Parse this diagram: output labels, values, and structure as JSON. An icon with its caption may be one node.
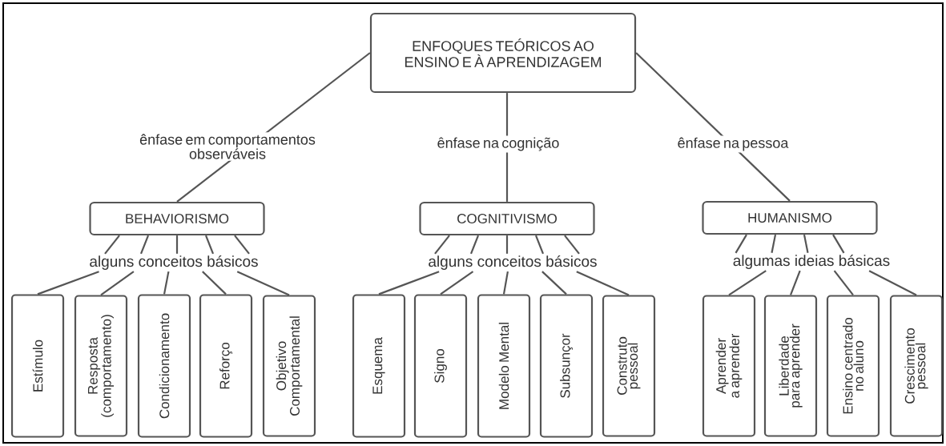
{
  "diagram": {
    "nodes": [
      {
        "text": [
          "ENFOQUES TEÓRICOS AO ENSINO E À APRENDIZAGEM"
        ]
      },
      {
        "text": [
          "BEHAVIORISMO"
        ]
      },
      {
        "text": [
          "COGNITIVISMO"
        ]
      },
      {
        "text": [
          "HUMANISMO"
        ]
      },
      {
        "text": [
          "alguns conceitos básicos"
        ]
      },
      {
        "text": [
          "alguns conceitos básicos"
        ]
      },
      {
        "text": [
          "algumas ideias básicas"
        ]
      },
      {
        "text": [
          "Estímulo"
        ]
      },
      {
        "text": [
          "Resposta (comportamento)"
        ]
      },
      {
        "text": [
          "Condicionamento"
        ]
      },
      {
        "text": [
          "Reforço"
        ]
      },
      {
        "text": [
          "Objetivo Comportamental"
        ]
      },
      {
        "text": [
          "Esquema"
        ]
      },
      {
        "text": [
          "Signo"
        ]
      },
      {
        "text": [
          "Modelo Mental"
        ]
      },
      {
        "text": [
          "Subsunçor"
        ]
      },
      {
        "text": [
          "Construto pessoal"
        ]
      },
      {
        "text": [
          "Aprender a aprender"
        ]
      },
      {
        "text": [
          "Liberdade para aprender"
        ]
      },
      {
        "text": [
          "Ensino centrado no aluno"
        ]
      },
      {
        "text": [
          "Crescimento pessoal"
        ]
      }
    ],
    "edges": [
      {
        "from": 0,
        "to": 1,
        "arrow": "none",
        "label": "ênfase em comportamentos observáveis"
      },
      {
        "from": 0,
        "to": 2,
        "arrow": "none",
        "label": "ênfase na cognição"
      },
      {
        "from": 0,
        "to": 3,
        "arrow": "none",
        "label": "ênfase na pessoa"
      },
      {
        "from": 1,
        "to": 4,
        "arrow": "none"
      },
      {
        "from": 1,
        "to": 4,
        "arrow": "none"
      },
      {
        "from": 1,
        "to": 4,
        "arrow": "none"
      },
      {
        "from": 1,
        "to": 4,
        "arrow": "none"
      },
      {
        "from": 1,
        "to": 4,
        "arrow": "none"
      },
      {
        "from": 4,
        "to": 7,
        "arrow": "none"
      },
      {
        "from": 4,
        "to": 8,
        "arrow": "none"
      },
      {
        "from": 4,
        "to": 9,
        "arrow": "none"
      },
      {
        "from": 4,
        "to": 10,
        "arrow": "none"
      },
      {
        "from": 4,
        "to": 11,
        "arrow": "none"
      },
      {
        "from": 2,
        "to": 5,
        "arrow": "none"
      },
      {
        "from": 2,
        "to": 5,
        "arrow": "none"
      },
      {
        "from": 2,
        "to": 5,
        "arrow": "none"
      },
      {
        "from": 2,
        "to": 5,
        "arrow": "none"
      },
      {
        "from": 2,
        "to": 5,
        "arrow": "none"
      },
      {
        "from": 5,
        "to": 12,
        "arrow": "none"
      },
      {
        "from": 5,
        "to": 13,
        "arrow": "none"
      },
      {
        "from": 5,
        "to": 14,
        "arrow": "none"
      },
      {
        "from": 5,
        "to": 15,
        "arrow": "none"
      },
      {
        "from": 5,
        "to": 16,
        "arrow": "none"
      },
      {
        "from": 3,
        "to": 6,
        "arrow": "none"
      },
      {
        "from": 3,
        "to": 6,
        "arrow": "none"
      },
      {
        "from": 3,
        "to": 6,
        "arrow": "none"
      },
      {
        "from": 3,
        "to": 6,
        "arrow": "none"
      },
      {
        "from": 6,
        "to": 17,
        "arrow": "none"
      },
      {
        "from": 6,
        "to": 18,
        "arrow": "none"
      },
      {
        "from": 6,
        "to": 19,
        "arrow": "none"
      },
      {
        "from": 6,
        "to": 20,
        "arrow": "none"
      }
    ]
  }
}
